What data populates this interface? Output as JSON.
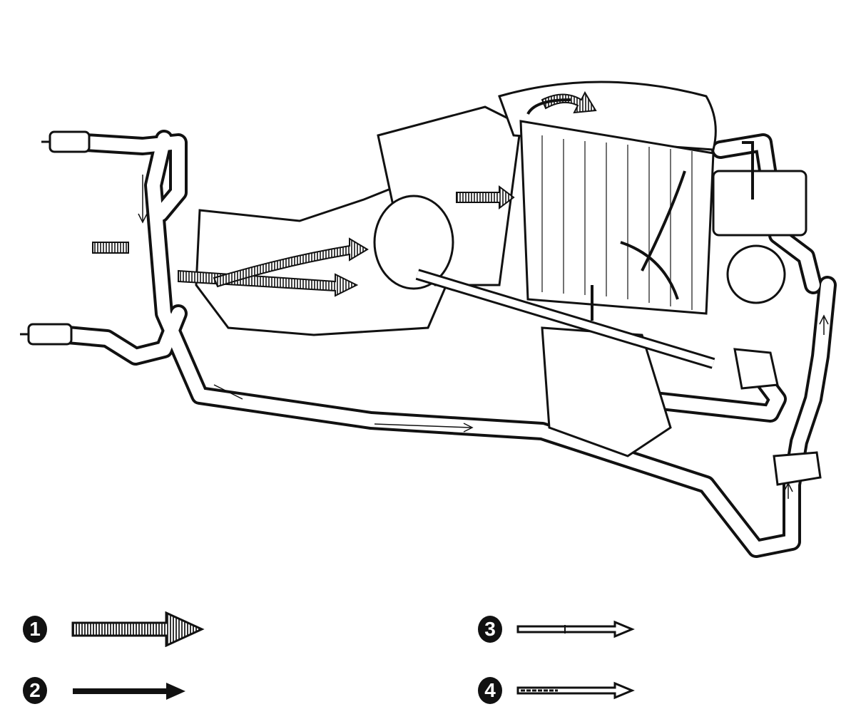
{
  "legend": {
    "items": [
      {
        "number": "1",
        "arrow_style": "wide-hatched"
      },
      {
        "number": "2",
        "arrow_style": "solid-black"
      },
      {
        "number": "3",
        "arrow_style": "outline-hollow"
      },
      {
        "number": "4",
        "arrow_style": "outline-mixed"
      }
    ]
  },
  "colors": {
    "ink": "#111111",
    "paper": "#ffffff",
    "hatch": "#555555"
  }
}
